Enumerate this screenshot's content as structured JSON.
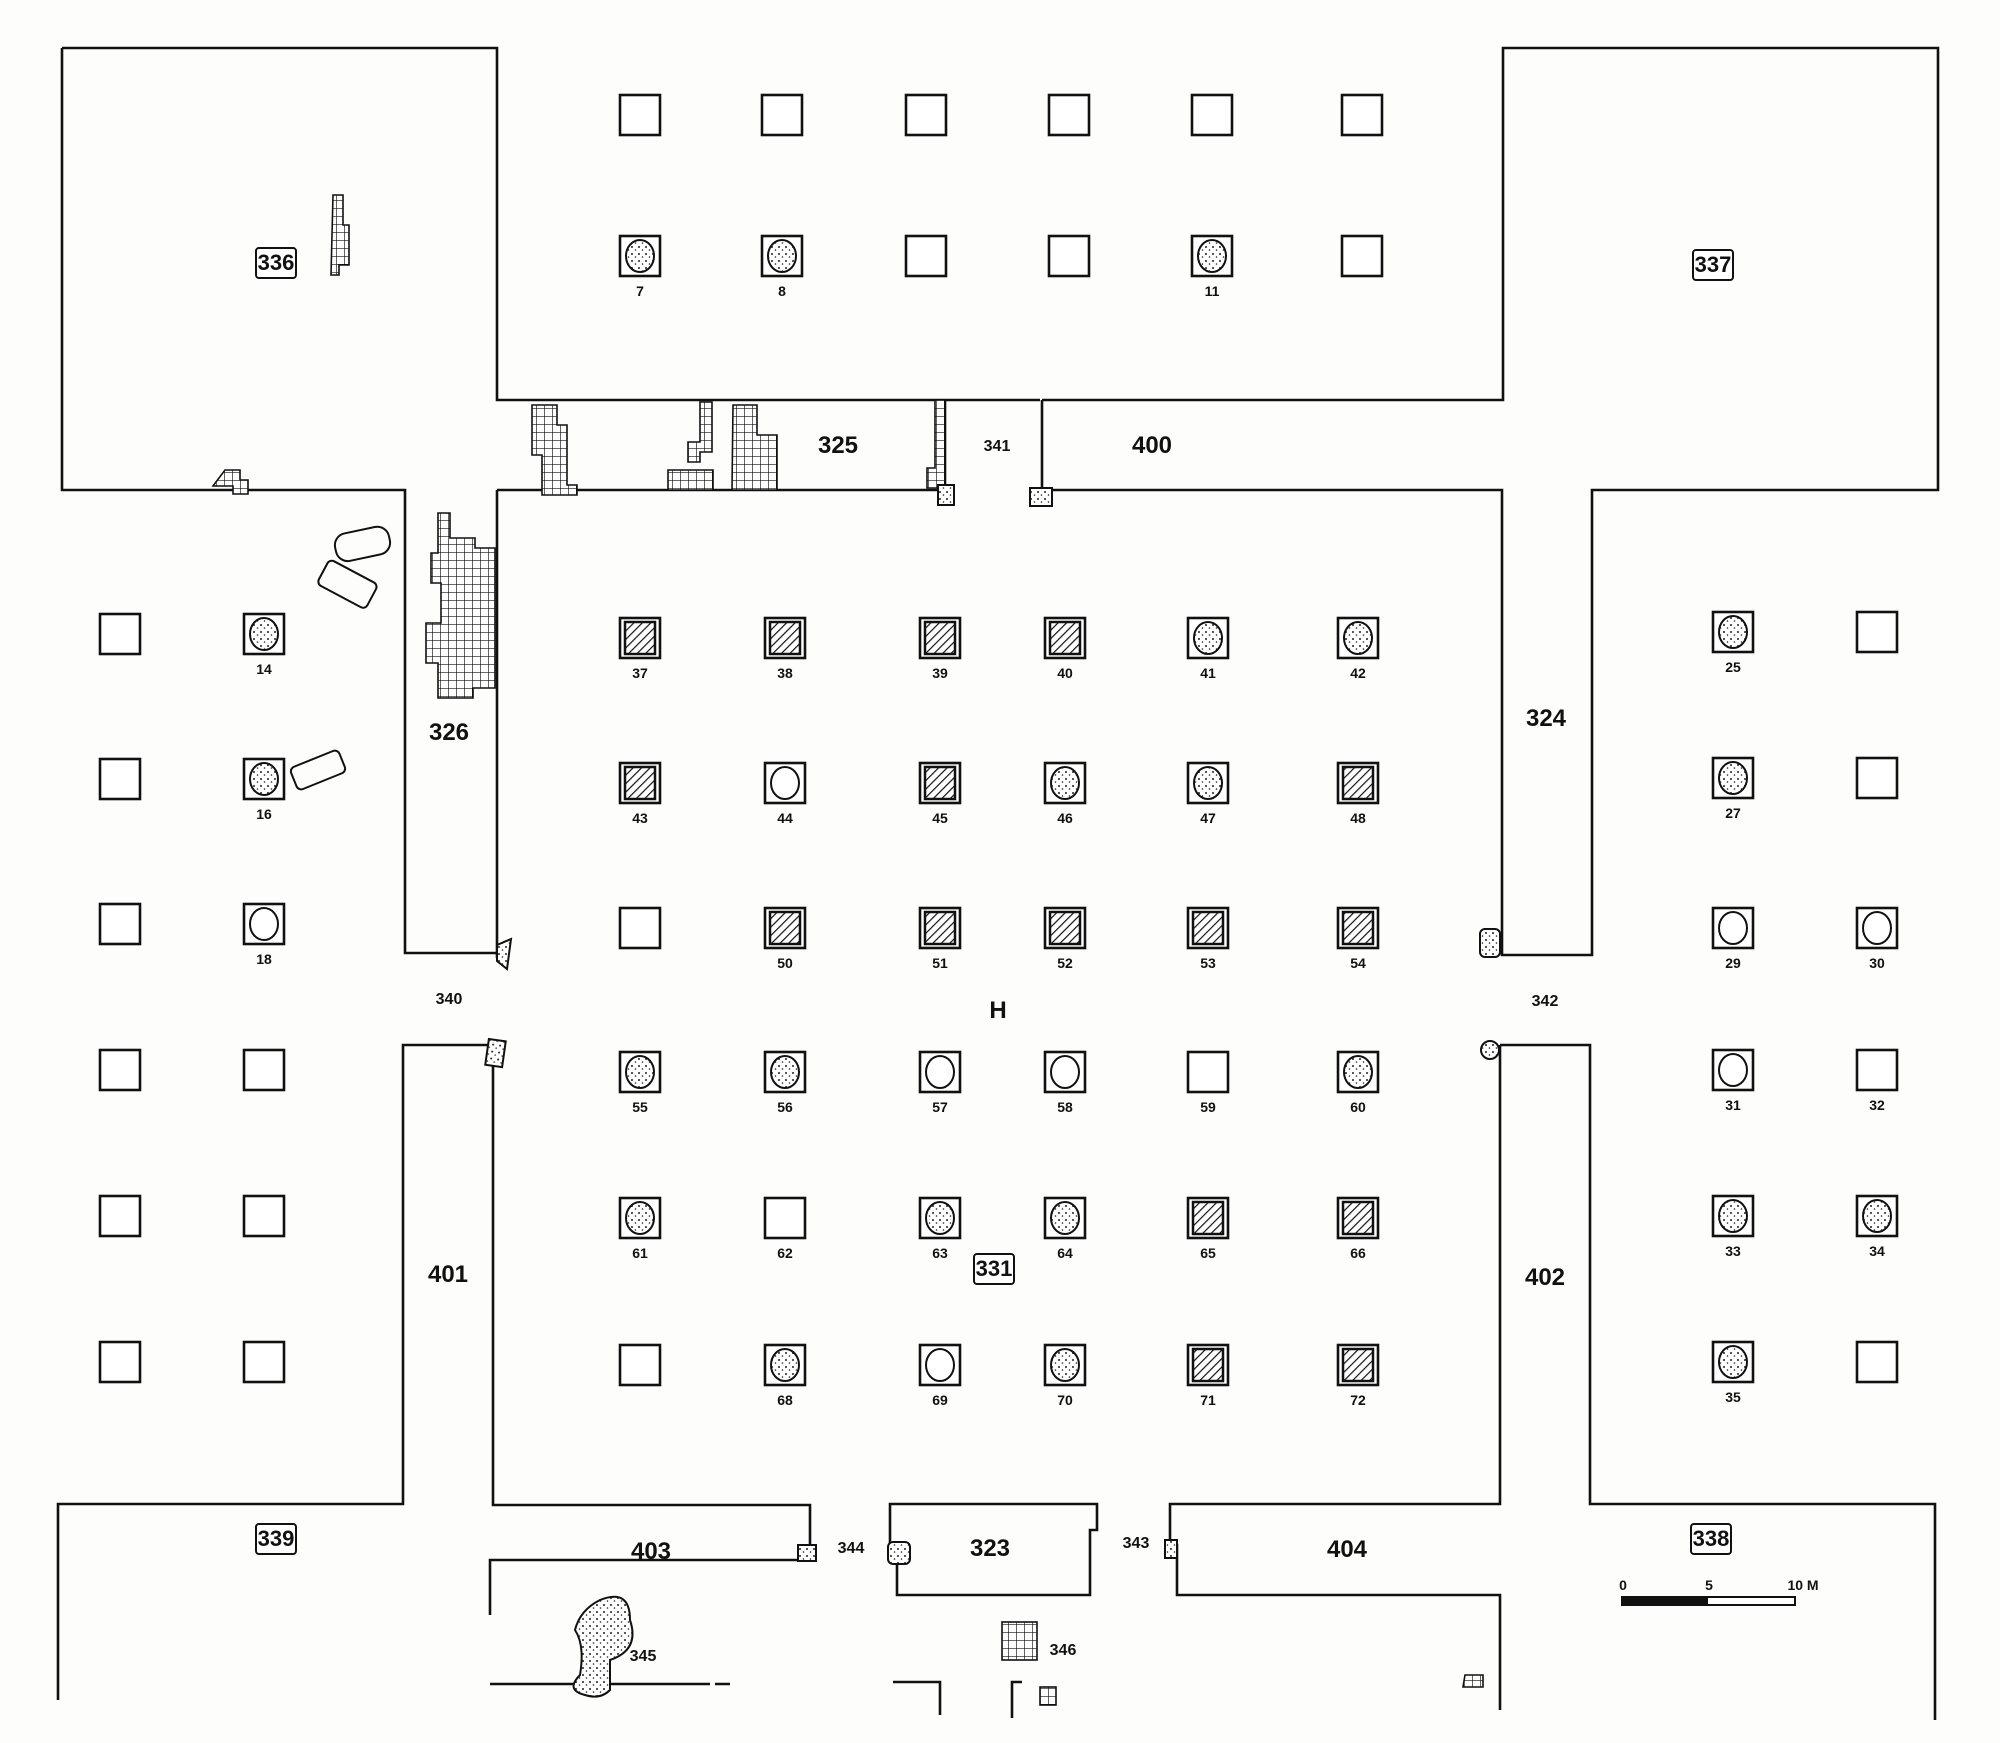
{
  "plan": {
    "hall_label": "H",
    "rooms": [
      {
        "id": "336",
        "boxed": true
      },
      {
        "id": "337",
        "boxed": true
      },
      {
        "id": "338",
        "boxed": true
      },
      {
        "id": "339",
        "boxed": true
      },
      {
        "id": "331",
        "boxed": true
      },
      {
        "id": "325",
        "boxed": false
      },
      {
        "id": "326",
        "boxed": false
      },
      {
        "id": "324",
        "boxed": false
      },
      {
        "id": "400",
        "boxed": false
      },
      {
        "id": "401",
        "boxed": false
      },
      {
        "id": "402",
        "boxed": false
      },
      {
        "id": "403",
        "boxed": false
      },
      {
        "id": "404",
        "boxed": false
      },
      {
        "id": "323",
        "boxed": false
      }
    ],
    "passages": [
      "340",
      "341",
      "342",
      "343",
      "344",
      "345",
      "346"
    ],
    "pillar_groups": {
      "north": {
        "rows": [
          [
            {
              "n": "",
              "fill": "empty"
            },
            {
              "n": "",
              "fill": "empty"
            },
            {
              "n": "",
              "fill": "empty"
            },
            {
              "n": "",
              "fill": "empty"
            },
            {
              "n": "",
              "fill": "empty"
            },
            {
              "n": "",
              "fill": "empty"
            }
          ],
          [
            {
              "n": "7",
              "fill": "dots"
            },
            {
              "n": "8",
              "fill": "dots"
            },
            {
              "n": "",
              "fill": "empty"
            },
            {
              "n": "",
              "fill": "empty"
            },
            {
              "n": "11",
              "fill": "dots"
            },
            {
              "n": "",
              "fill": "empty"
            }
          ]
        ]
      },
      "central": {
        "rows": [
          [
            {
              "n": "37",
              "fill": "hatch"
            },
            {
              "n": "38",
              "fill": "hatch"
            },
            {
              "n": "39",
              "fill": "hatch"
            },
            {
              "n": "40",
              "fill": "hatch"
            },
            {
              "n": "41",
              "fill": "dots"
            },
            {
              "n": "42",
              "fill": "dots"
            }
          ],
          [
            {
              "n": "43",
              "fill": "hatch"
            },
            {
              "n": "44",
              "fill": "outline"
            },
            {
              "n": "45",
              "fill": "hatch"
            },
            {
              "n": "46",
              "fill": "dots"
            },
            {
              "n": "47",
              "fill": "dots"
            },
            {
              "n": "48",
              "fill": "hatch"
            }
          ],
          [
            {
              "n": "",
              "fill": "empty"
            },
            {
              "n": "50",
              "fill": "hatch"
            },
            {
              "n": "51",
              "fill": "hatch"
            },
            {
              "n": "52",
              "fill": "hatch"
            },
            {
              "n": "53",
              "fill": "hatch"
            },
            {
              "n": "54",
              "fill": "hatch"
            }
          ],
          [
            {
              "n": "55",
              "fill": "dots"
            },
            {
              "n": "56",
              "fill": "dots"
            },
            {
              "n": "57",
              "fill": "outline"
            },
            {
              "n": "58",
              "fill": "outline"
            },
            {
              "n": "59",
              "fill": "empty"
            },
            {
              "n": "60",
              "fill": "dots"
            }
          ],
          [
            {
              "n": "61",
              "fill": "dots"
            },
            {
              "n": "62",
              "fill": "empty"
            },
            {
              "n": "63",
              "fill": "dots"
            },
            {
              "n": "64",
              "fill": "dots"
            },
            {
              "n": "65",
              "fill": "hatch"
            },
            {
              "n": "66",
              "fill": "hatch"
            }
          ],
          [
            {
              "n": "",
              "fill": "empty"
            },
            {
              "n": "68",
              "fill": "dots"
            },
            {
              "n": "69",
              "fill": "outline"
            },
            {
              "n": "70",
              "fill": "dots"
            },
            {
              "n": "71",
              "fill": "hatch"
            },
            {
              "n": "72",
              "fill": "hatch"
            }
          ]
        ]
      },
      "west": {
        "rows": [
          [
            {
              "n": "",
              "fill": "empty"
            },
            {
              "n": "14",
              "fill": "dots"
            }
          ],
          [
            {
              "n": "",
              "fill": "empty"
            },
            {
              "n": "16",
              "fill": "dots"
            }
          ],
          [
            {
              "n": "",
              "fill": "empty"
            },
            {
              "n": "18",
              "fill": "outline"
            }
          ],
          [
            {
              "n": "",
              "fill": "empty"
            },
            {
              "n": "",
              "fill": "empty"
            }
          ],
          [
            {
              "n": "",
              "fill": "empty"
            },
            {
              "n": "",
              "fill": "empty"
            }
          ],
          [
            {
              "n": "",
              "fill": "empty"
            },
            {
              "n": "",
              "fill": "empty"
            }
          ]
        ]
      },
      "east": {
        "rows": [
          [
            {
              "n": "25",
              "fill": "dots"
            },
            {
              "n": "",
              "fill": "empty"
            }
          ],
          [
            {
              "n": "27",
              "fill": "dots"
            },
            {
              "n": "",
              "fill": "empty"
            }
          ],
          [
            {
              "n": "29",
              "fill": "outline"
            },
            {
              "n": "30",
              "fill": "outline"
            }
          ],
          [
            {
              "n": "31",
              "fill": "outline"
            },
            {
              "n": "32",
              "fill": "empty"
            }
          ],
          [
            {
              "n": "33",
              "fill": "dots"
            },
            {
              "n": "34",
              "fill": "dots"
            }
          ],
          [
            {
              "n": "35",
              "fill": "dots"
            },
            {
              "n": "",
              "fill": "empty"
            }
          ]
        ]
      }
    },
    "scale_bar": {
      "ticks": [
        "0",
        "5",
        "10 M"
      ],
      "length_m": 10
    }
  }
}
